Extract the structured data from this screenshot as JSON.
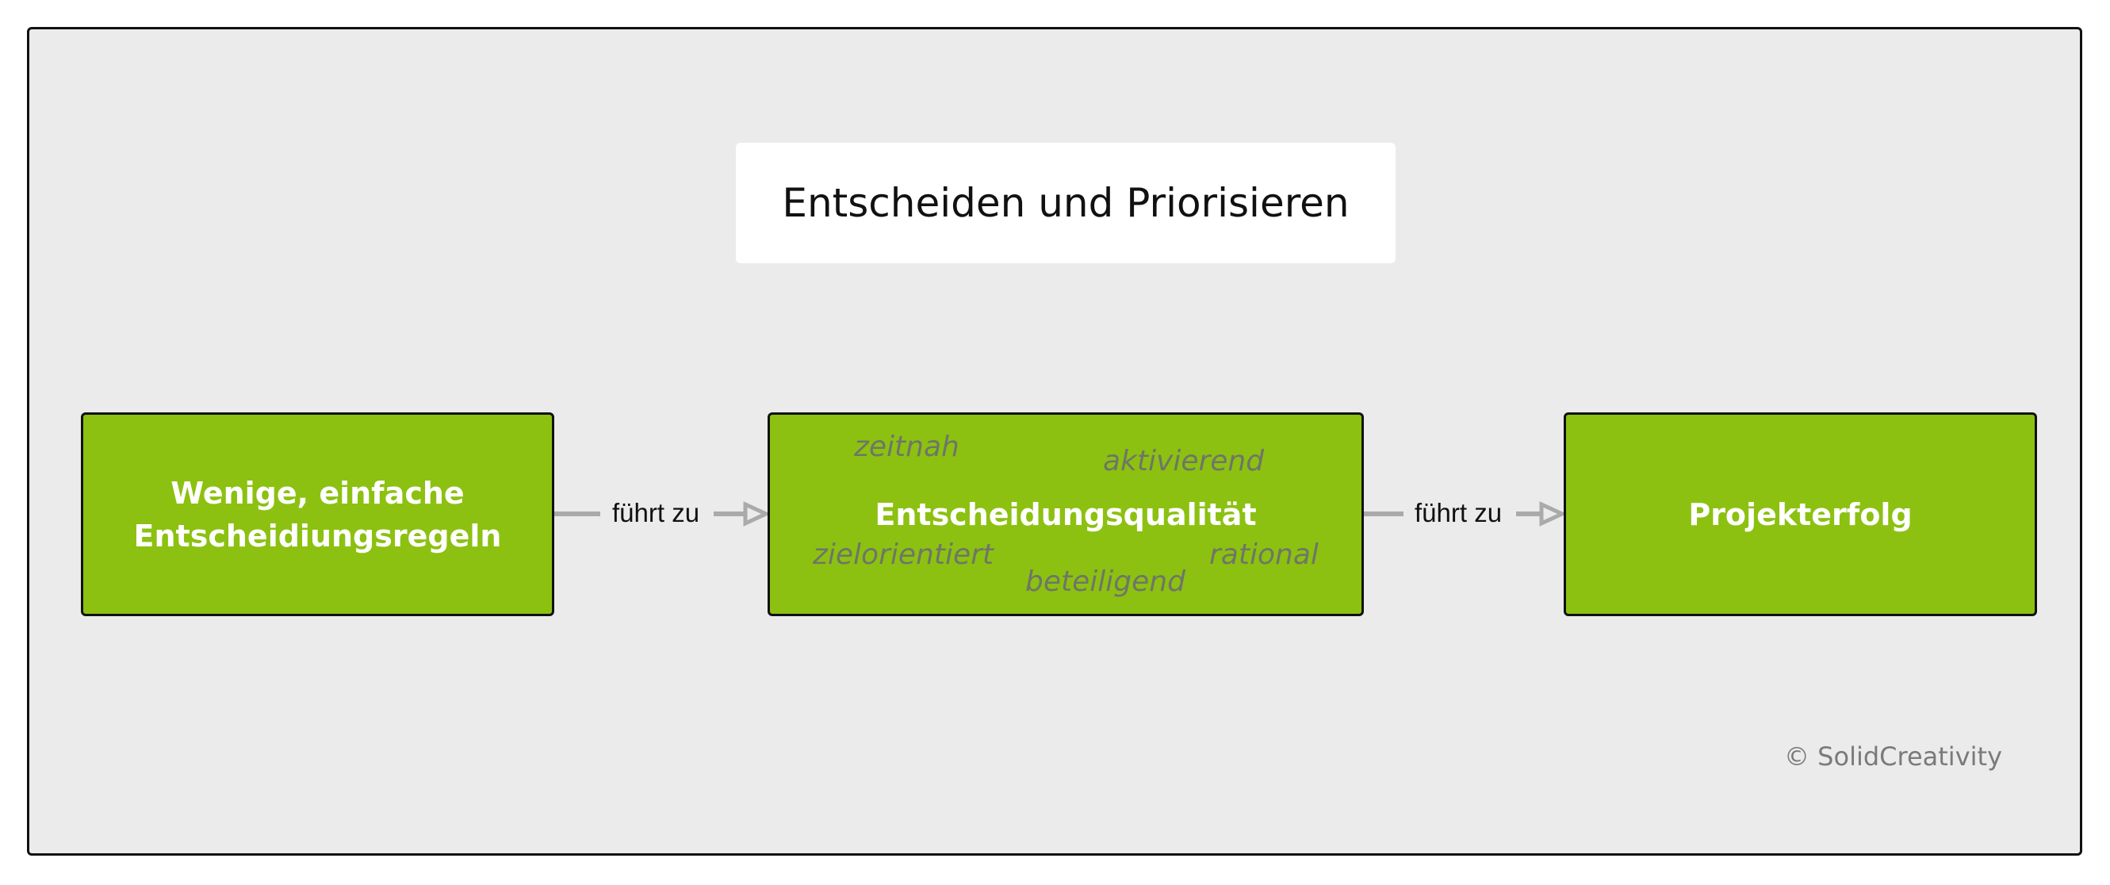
{
  "title": "Entscheiden und Priorisieren",
  "nodes": {
    "left": {
      "line1": "Wenige, einfache",
      "line2": "Entscheidiungsregeln"
    },
    "center": {
      "label": "Entscheidungsqualität",
      "attributes": [
        "zeitnah",
        "aktivierend",
        "zielorientiert",
        "rational",
        "beteiligend"
      ]
    },
    "right": {
      "label": "Projekterfolg"
    }
  },
  "edges": [
    {
      "label": "führt zu"
    },
    {
      "label": "führt zu"
    }
  ],
  "copyright": "© SolidCreativity",
  "colors": {
    "box_fill": "#8cc111",
    "background": "#ebebeb",
    "connector": "#aaaaaa",
    "attribute_text": "#6f7667"
  }
}
